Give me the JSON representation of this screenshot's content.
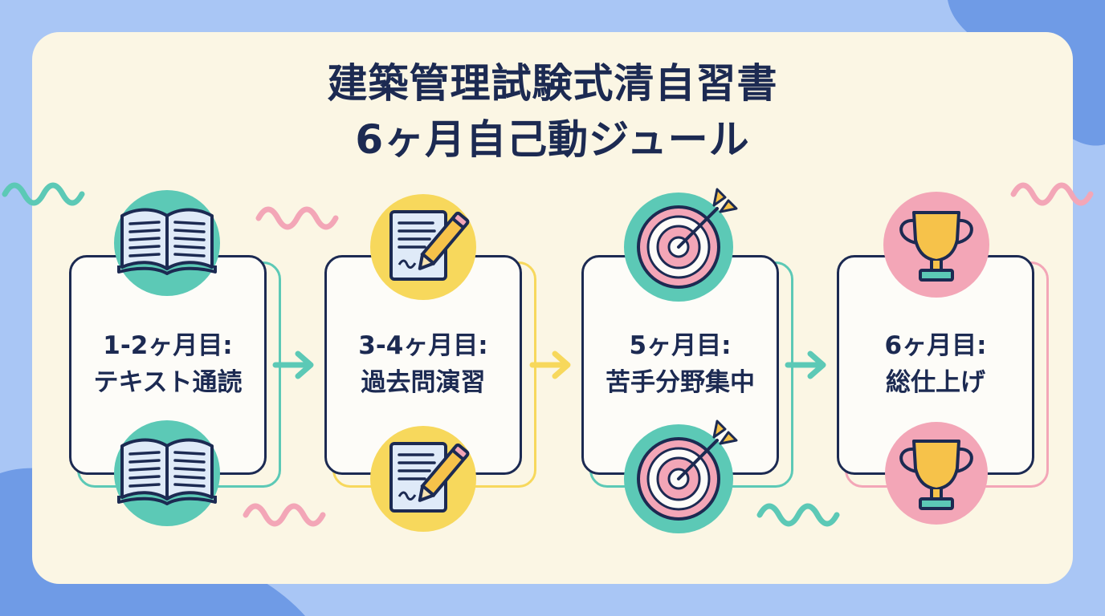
{
  "title": {
    "line1": "建築管理試験式清自習書",
    "line2": "6ヶ月自己動ジュール"
  },
  "colors": {
    "navy": "#1c2a52",
    "teal": "#5cc9b6",
    "yellow": "#f7d85c",
    "pink": "#f3a6b7",
    "background_blue": "#a9c6f5",
    "panel_cream": "#fbf6e4"
  },
  "steps": [
    {
      "period": "1-2ヶ月目:",
      "task": "テキスト通読",
      "icon": "open-book-icon",
      "accent": "#5cc9b6"
    },
    {
      "period": "3-4ヶ月目:",
      "task": "過去問演習",
      "icon": "document-pencil-icon",
      "accent": "#f7d85c"
    },
    {
      "period": "5ヶ月目:",
      "task": "苦手分野集中",
      "icon": "target-arrow-icon",
      "accent": "#5cc9b6"
    },
    {
      "period": "6ヶ月目:",
      "task": "総仕上げ",
      "icon": "trophy-icon",
      "accent": "#f3a6b7"
    }
  ]
}
